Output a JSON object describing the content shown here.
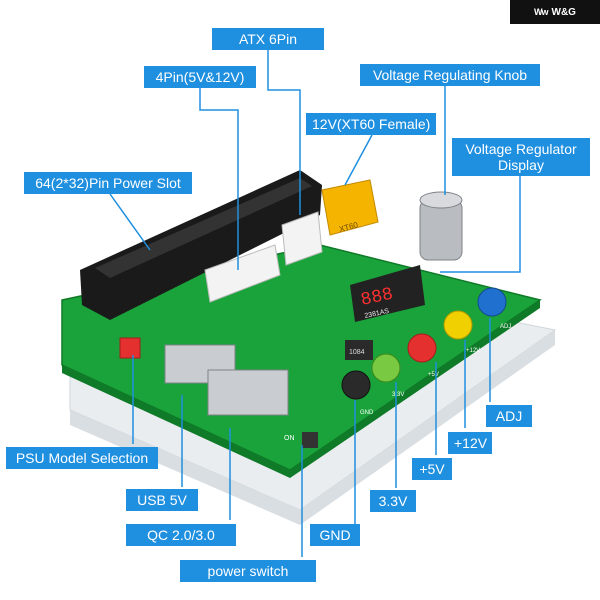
{
  "brand": {
    "logo_mark": "Ww",
    "name": "W&G"
  },
  "labels": {
    "atx_6pin": "ATX 6Pin",
    "pin4": "4Pin(5V&12V)",
    "voltage_knob": "Voltage Regulating Knob",
    "xt60": "12V(XT60 Female)",
    "vr_display": "Voltage Regulator Display",
    "pin64": "64(2*32)Pin Power Slot",
    "psu_select": "PSU Model Selection",
    "usb5v": "USB  5V",
    "qc": "QC 2.0/3.0",
    "power_switch": "power switch",
    "gnd": "GND",
    "v33": "3.3V",
    "v5": "+5V",
    "v12": "+12V",
    "adj": "ADJ"
  },
  "board": {
    "display_value": "888",
    "display_model": "2381AS",
    "xt60_mark": "XT60",
    "chip_mark": "1084",
    "terminal_marks": [
      "GND",
      "3.3V",
      "+5V",
      "+12V",
      "ADJ"
    ],
    "on_mark": "ON"
  }
}
